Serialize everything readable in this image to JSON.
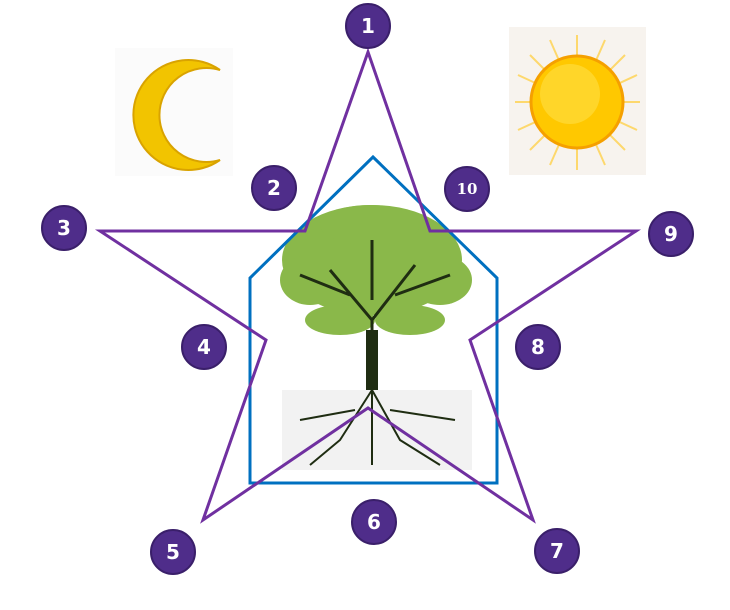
{
  "colors": {
    "star": "#7030a0",
    "house": "#0070c0",
    "badge": "#4f2d8a"
  },
  "labels": [
    "1",
    "2",
    "3",
    "4",
    "5",
    "6",
    "7",
    "8",
    "9",
    "10"
  ],
  "icons": [
    "moon-icon",
    "sun-icon",
    "tree-with-roots-icon"
  ]
}
